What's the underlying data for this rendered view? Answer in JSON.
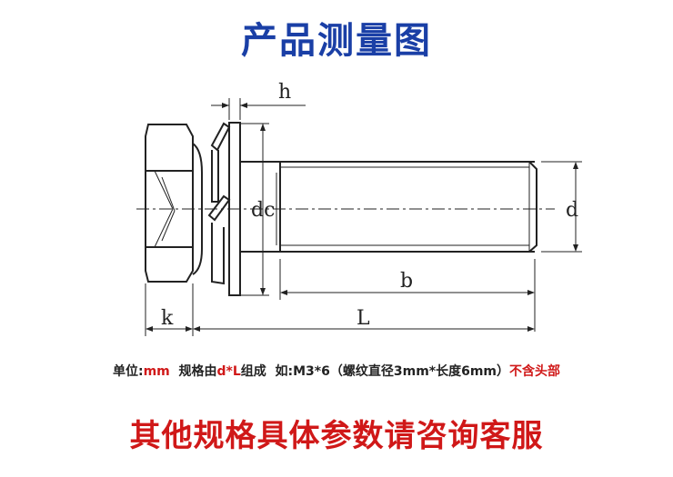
{
  "header": {
    "title": "产品测量图"
  },
  "diagram": {
    "labels": {
      "h": "h",
      "d_head": "dc",
      "d_thread": "d",
      "b": "b",
      "k": "k",
      "L": "L"
    }
  },
  "spec": {
    "unit_label": "单位:",
    "unit_value": "mm",
    "rule_label": "规格由",
    "rule_value": "d*L",
    "rule_suffix": "组成",
    "example": "如:M3*6（螺纹直径3mm*长度6mm）",
    "note": "不含头部"
  },
  "footer": {
    "text": "其他规格具体参数请咨询客服"
  },
  "colors": {
    "title": "#1a3fa6",
    "accent": "#d01818",
    "line": "#222222"
  }
}
